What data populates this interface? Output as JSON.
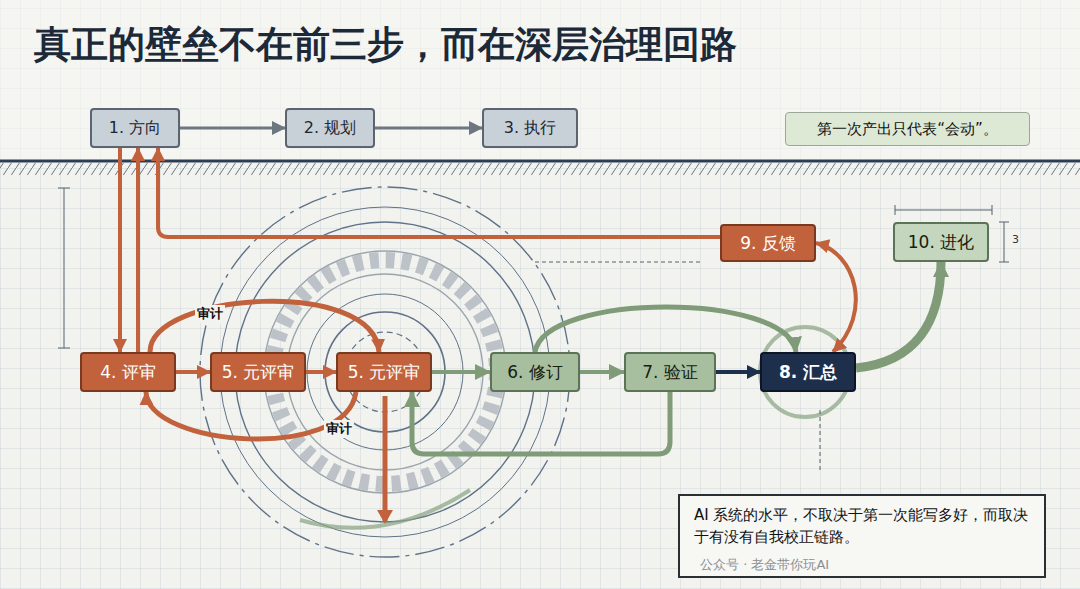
{
  "diagram": {
    "title": "真正的壁垒不在前三步，而在深层治理回路",
    "nodes": [
      {
        "text": [
          "1. 方向"
        ]
      },
      {
        "text": [
          "2. 规划"
        ]
      },
      {
        "text": [
          "3. 执行"
        ]
      },
      {
        "text": [
          "第一次产出只代表“会动”。"
        ]
      },
      {
        "text": [
          "4. 评审"
        ]
      },
      {
        "text": [
          "5. 元评审"
        ]
      },
      {
        "text": [
          "5. 元评审"
        ]
      },
      {
        "text": [
          "6. 修订"
        ]
      },
      {
        "text": [
          "7. 验证"
        ]
      },
      {
        "text": [
          "8. 汇总"
        ]
      },
      {
        "text": [
          "9. 反馈"
        ]
      },
      {
        "text": [
          "10. 进化"
        ]
      },
      {
        "text": [
          "AI 系统的水平，不取决于第一次能写多好，而取决于有没有自我校正链路。"
        ]
      }
    ],
    "edges": [
      {
        "from": 0,
        "to": 1,
        "arrow": "to"
      },
      {
        "from": 1,
        "to": 2,
        "arrow": "to"
      },
      {
        "from": 0,
        "to": 4,
        "arrow": "to"
      },
      {
        "from": 4,
        "to": 0,
        "arrow": "to"
      },
      {
        "from": 4,
        "to": 5,
        "arrow": "to"
      },
      {
        "from": 5,
        "to": 6,
        "arrow": "to"
      },
      {
        "from": 4,
        "to": 6,
        "label": "审计",
        "arrow": "to"
      },
      {
        "from": 6,
        "to": 4,
        "label": "审计",
        "arrow": "to"
      },
      {
        "from": 6,
        "to": 7,
        "arrow": "to"
      },
      {
        "from": 7,
        "to": 8,
        "arrow": "to"
      },
      {
        "from": 8,
        "to": 9,
        "arrow": "to"
      },
      {
        "from": 9,
        "to": 10,
        "arrow": "both"
      },
      {
        "from": 10,
        "to": 0,
        "arrow": "to"
      },
      {
        "from": 9,
        "to": 11,
        "arrow": "to"
      },
      {
        "from": 7,
        "to": 9,
        "arrow": "to"
      },
      {
        "from": 8,
        "to": 6,
        "arrow": "to"
      }
    ],
    "labels": [
      "公众号 · 老金带你玩AI",
      "3"
    ]
  }
}
